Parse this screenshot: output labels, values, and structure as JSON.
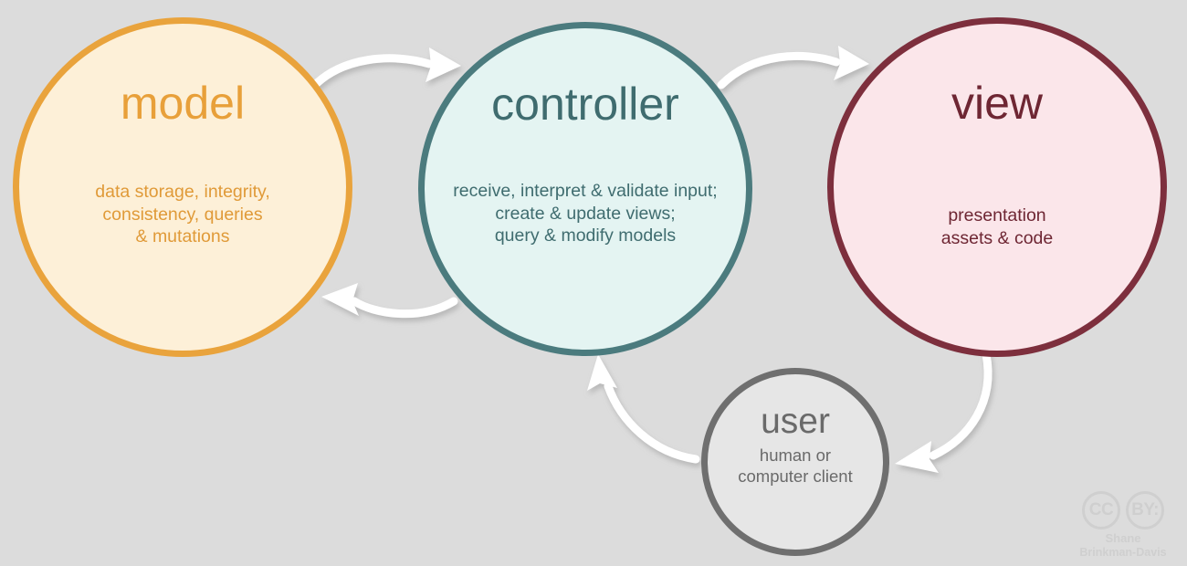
{
  "diagram": {
    "type": "mvc-cycle-diagram",
    "background_color": "#dcdcdc",
    "nodes": [
      {
        "id": "model",
        "title": "model",
        "description": "data storage, integrity,\nconsistency, queries\n& mutations",
        "fill_color": "#fdf0d8",
        "border_color": "#e9a33c",
        "text_color": "#e09a38"
      },
      {
        "id": "controller",
        "title": "controller",
        "description": "receive, interpret & validate input;\ncreate & update views;\nquery & modify models",
        "fill_color": "#e4f4f2",
        "border_color": "#4b7b7e",
        "text_color": "#3f6c6f"
      },
      {
        "id": "view",
        "title": "view",
        "description": "presentation\nassets & code",
        "fill_color": "#fbe6ea",
        "border_color": "#7d2f3d",
        "text_color": "#6e2633"
      },
      {
        "id": "user",
        "title": "user",
        "description": "human or\ncomputer client",
        "fill_color": "#e6e6e6",
        "border_color": "#6f6f6f",
        "text_color": "#6a6a6a"
      }
    ],
    "arrows": [
      {
        "id": "model-to-controller",
        "from": "model",
        "to": "controller",
        "color": "#ffffff"
      },
      {
        "id": "controller-to-model",
        "from": "controller",
        "to": "model",
        "color": "#ffffff"
      },
      {
        "id": "controller-to-view",
        "from": "controller",
        "to": "view",
        "color": "#ffffff"
      },
      {
        "id": "view-to-user",
        "from": "view",
        "to": "user",
        "color": "#ffffff"
      },
      {
        "id": "user-to-controller",
        "from": "user",
        "to": "controller",
        "color": "#ffffff"
      }
    ]
  },
  "attribution": {
    "license_cc": "CC",
    "license_by": "BY:",
    "author_line1": "Shane",
    "author_line2": "Brinkman-Davis",
    "color": "#cfcfcf"
  }
}
